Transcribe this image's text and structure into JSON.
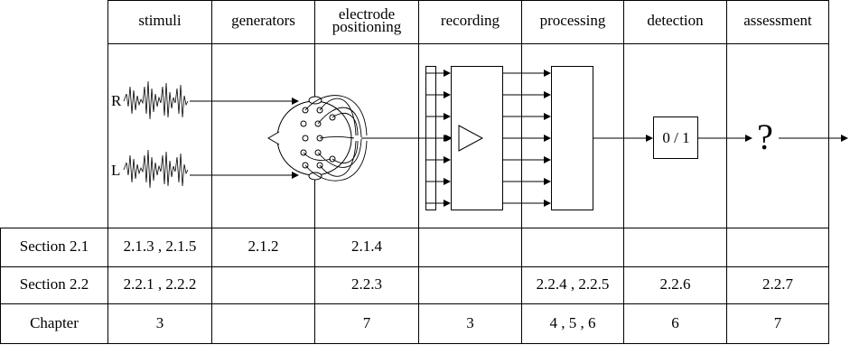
{
  "header": {
    "stimuli": "stimuli",
    "generators": "generators",
    "electrode_1": "electrode",
    "electrode_2": "positioning",
    "recording": "recording",
    "processing": "processing",
    "detection": "detection",
    "assessment": "assessment"
  },
  "diagram": {
    "right_ear": "R",
    "left_ear": "L",
    "detector": "0 / 1",
    "question": "?"
  },
  "rows": [
    {
      "label": "Section 2.1",
      "stimuli": "2.1.3 , 2.1.5",
      "generators": "2.1.2",
      "electrode": "2.1.4",
      "recording": "",
      "processing": "",
      "detection": "",
      "assessment": ""
    },
    {
      "label": "Section 2.2",
      "stimuli": "2.2.1 , 2.2.2",
      "generators": "",
      "electrode": "2.2.3",
      "recording": "",
      "processing": "2.2.4 , 2.2.5",
      "detection": "2.2.6",
      "assessment": "2.2.7"
    },
    {
      "label": "Chapter",
      "stimuli": "3",
      "generators": "",
      "electrode": "7",
      "recording": "3",
      "processing": "4 , 5 , 6",
      "detection": "6",
      "assessment": "7"
    }
  ]
}
